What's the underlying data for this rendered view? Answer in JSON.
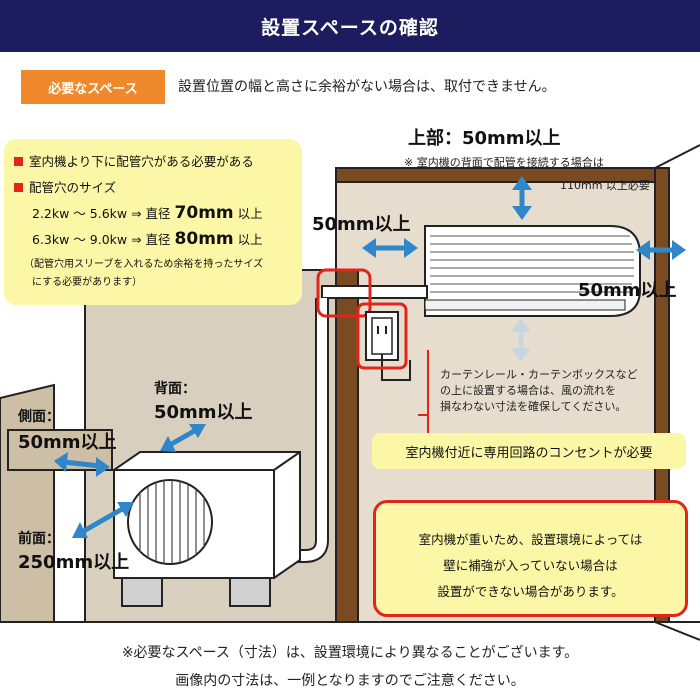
{
  "header": {
    "title": "設置スペースの確認"
  },
  "required": {
    "badge": "必要なスペース",
    "note": "設置位置の幅と高さに余裕がない場合は、取付できません。"
  },
  "requirements": {
    "item1": "室内機より下に配管穴がある必要がある",
    "item2": "配管穴のサイズ",
    "range1_text": "2.2kw 〜 5.6kw ⇒ 直径",
    "range1_size": "70mm",
    "range1_suffix": "以上",
    "range2_text": "6.3kw 〜 9.0kw ⇒ 直径",
    "range2_size": "80mm",
    "range2_suffix": "以上",
    "sleeve_note_1": "（配管穴用スリーブを入れるため余裕を持ったサイズ",
    "sleeve_note_2": "にする必要があります）"
  },
  "indoor": {
    "top_label": "上部：50mm以上",
    "top_note_1": "※ 室内機の背面で配管を接続する場合は",
    "top_note_2": "110mm 以上必要",
    "left_label": "50mm以上",
    "right_label": "50mm以上",
    "curtain_note_1": "カーテンレール・カーテンボックスなど",
    "curtain_note_2": "の上に設置する場合は、風の流れを",
    "curtain_note_3": "損なわない寸法を確保してください。"
  },
  "outdoor": {
    "back_label_1": "背面：",
    "back_label_2": "50mm以上",
    "side_label_1": "側面：",
    "side_label_2": "50mm以上",
    "front_label_1": "前面：",
    "front_label_2": "250mm以上"
  },
  "outlet_note": "室内機付近に専用回路のコンセントが必要",
  "warning": {
    "line1": "室内機が重いため、設置環境によっては",
    "line2": "壁に補強が入っていない場合は",
    "line3": "設置ができない場合があります。"
  },
  "footer": {
    "line1": "※必要なスペース（寸法）は、設置環境により異なることがございます。",
    "line2": "画像内の寸法は、一例となりますのでご注意ください。"
  },
  "colors": {
    "header_bg": "#1d1c5e",
    "badge_bg": "#f0892b",
    "note_bg": "#fcf7a6",
    "accent_red": "#e0261b",
    "arrow_blue": "#2f86c8",
    "wall_tan": "#d9cfbf",
    "wood_brown": "#7a4a22"
  }
}
